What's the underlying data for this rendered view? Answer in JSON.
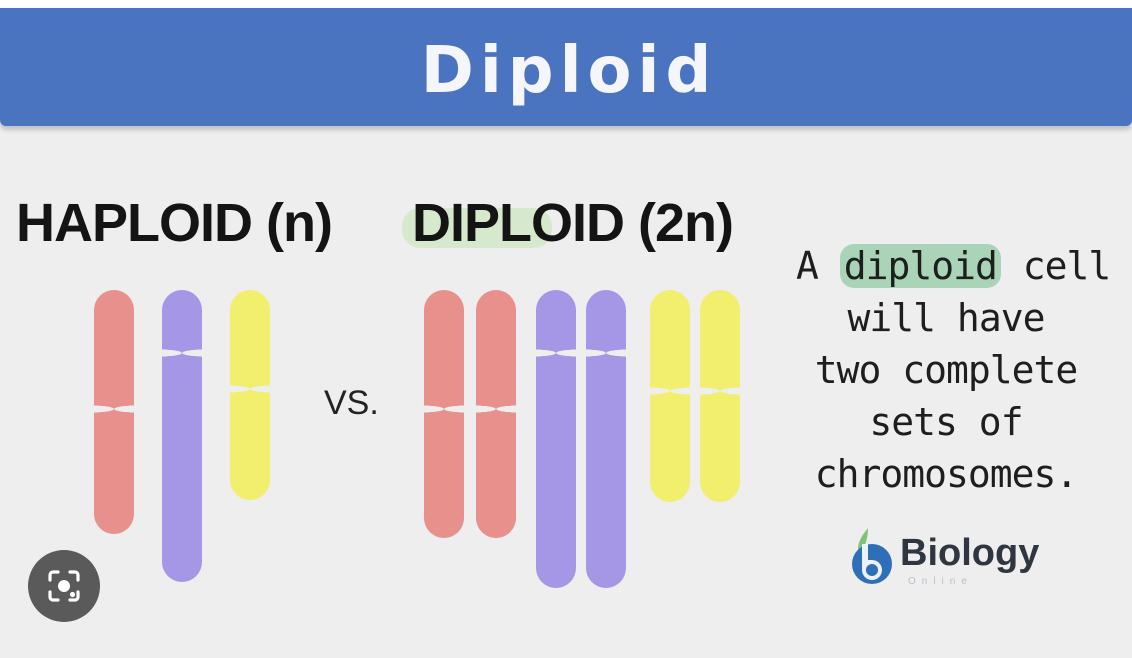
{
  "banner": {
    "title": "Diploid"
  },
  "headings": {
    "haploid": "HAPLOID (n)",
    "diploid": "DIPLOID (2n)"
  },
  "vs_label": "VS.",
  "note": {
    "line1_prefix": "A ",
    "line1_highlight": "diploid",
    "line1_suffix": " cell",
    "line2": "will have",
    "line3": "two complete",
    "line4": "sets of",
    "line5": "chromosomes."
  },
  "logo": {
    "name": "Biology",
    "sub": "Online"
  },
  "colors": {
    "banner": "#4a74c0",
    "chromosome_pink": "#e8908c",
    "chromosome_purple": "#a696e6",
    "chromosome_yellow": "#f2ee6e",
    "highlight": "#a9d4b8"
  },
  "icons": {
    "visual_search": "lens-camera-icon",
    "logo": "biology-online-leaf-icon"
  }
}
